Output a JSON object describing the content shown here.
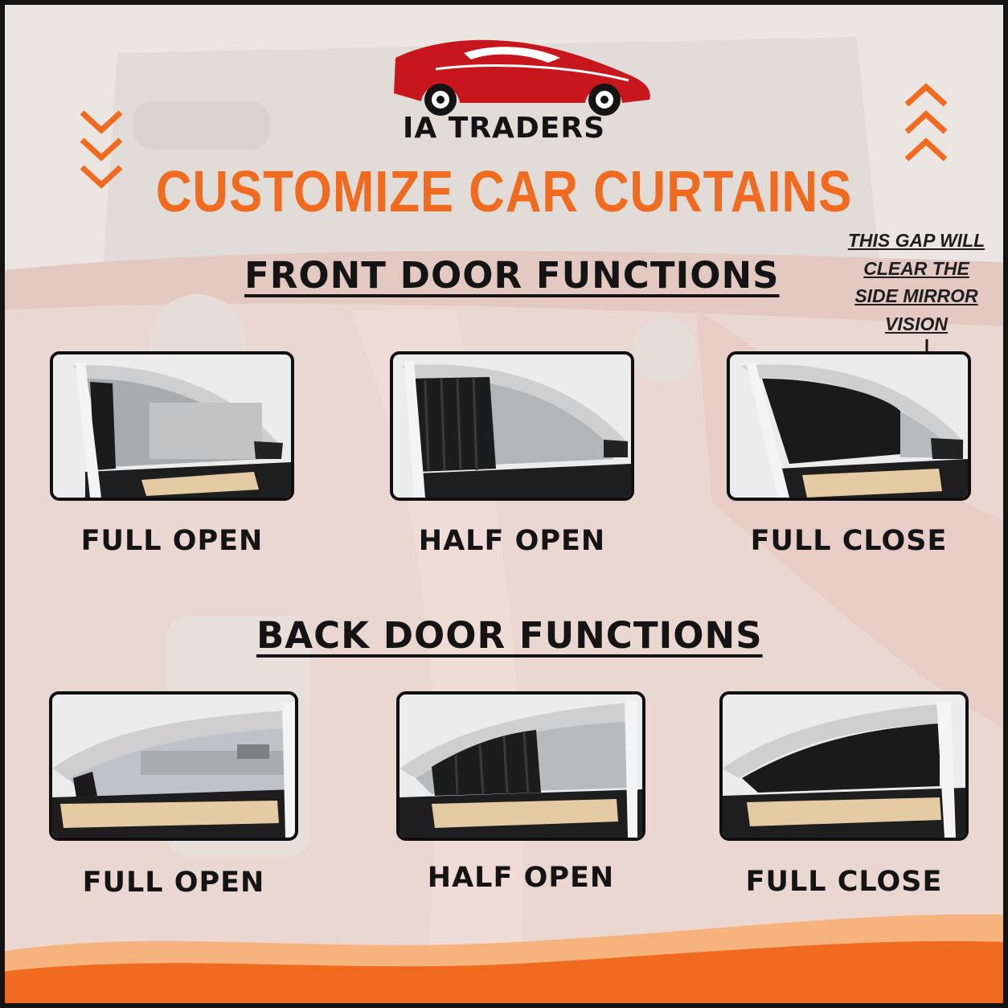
{
  "brand": {
    "name": "IA TRADERS",
    "logo_icon": "red-sports-car-logo"
  },
  "headline": "CUSTOMIZE CAR CURTAINS",
  "front": {
    "title": "FRONT DOOR FUNCTIONS",
    "captions": [
      "FULL OPEN",
      "HALF OPEN",
      "FULL CLOSE"
    ]
  },
  "back": {
    "title": "BACK DOOR FUNCTIONS",
    "captions": [
      "FULL OPEN",
      "HALF OPEN",
      "FULL CLOSE"
    ]
  },
  "note": [
    "THIS GAP WILL",
    "CLEAR THE",
    "SIDE MIRROR",
    "VISION"
  ],
  "colors": {
    "accent": "#f06a1f",
    "logo_red": "#c8161d",
    "text": "#141414",
    "door_trim": "#e5cba3"
  }
}
